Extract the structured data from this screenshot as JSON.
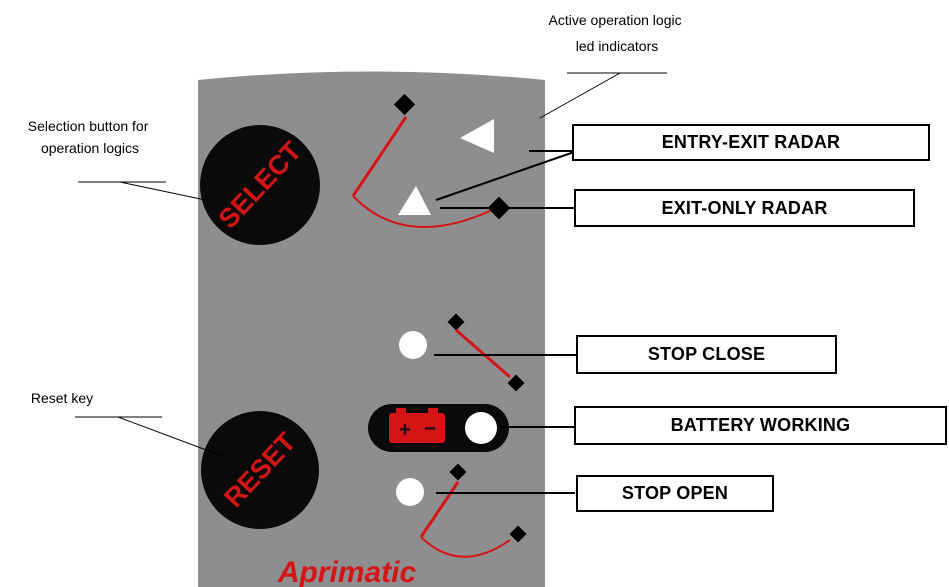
{
  "annotations": {
    "led_indicators": [
      "Active operation logic",
      "led indicators"
    ],
    "selection_button": [
      "Selection button for",
      "operation logics"
    ],
    "reset_key": "Reset key"
  },
  "labels": {
    "entry_exit": "ENTRY-EXIT RADAR",
    "exit_only": "EXIT-ONLY RADAR",
    "stop_close": "STOP CLOSE",
    "battery_working": "BATTERY WORKING",
    "stop_open": "STOP OPEN"
  },
  "buttons": {
    "select": "SELECT",
    "reset": "RESET"
  },
  "battery": {
    "plus": "+",
    "minus": "−"
  },
  "brand": "Aprimatic",
  "colors": {
    "panel": "#8e8e91",
    "button": "#0a0a0a",
    "accent_red": "#d41515",
    "led": "#ffffff"
  }
}
